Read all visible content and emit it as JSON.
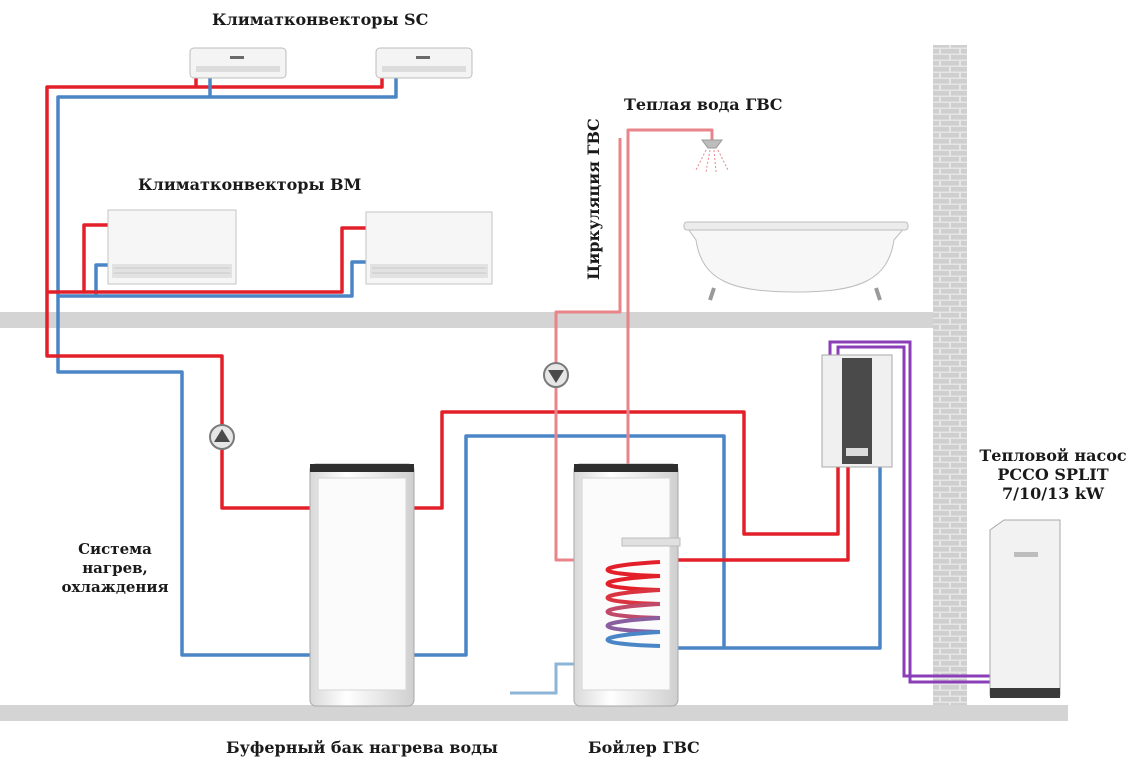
{
  "labels": {
    "sc_convectors": "Климатконвекторы SC",
    "bm_convectors": "Климатконвекторы BM",
    "dhw_warm_water": "Теплая вода ГВС",
    "dhw_circulation": "Циркуляция ГВС",
    "heating_system_line1": "Система",
    "heating_system_line2": "нагрев,",
    "heating_system_line3": "охлаждения",
    "heat_pump_line1": "Тепловой насос",
    "heat_pump_line2": "PCCO SPLIT",
    "heat_pump_line3": "7/10/13 kW",
    "buffer_tank": "Буферный бак нагрева воды",
    "dhw_boiler": "Бойлер ГВС"
  },
  "colors": {
    "supply": "#e3202a",
    "return": "#4a86c6",
    "dhw": "#e8858a",
    "cold": "#8db5d8",
    "refrigerant": "#8a3fb8",
    "floor": "#d4d4d4",
    "wall_brick": "#cfcfcf",
    "equipment": "#f2f2f2"
  },
  "icons": {
    "pump": "pump-icon",
    "shower": "shower-icon",
    "bathtub": "bathtub-icon"
  }
}
